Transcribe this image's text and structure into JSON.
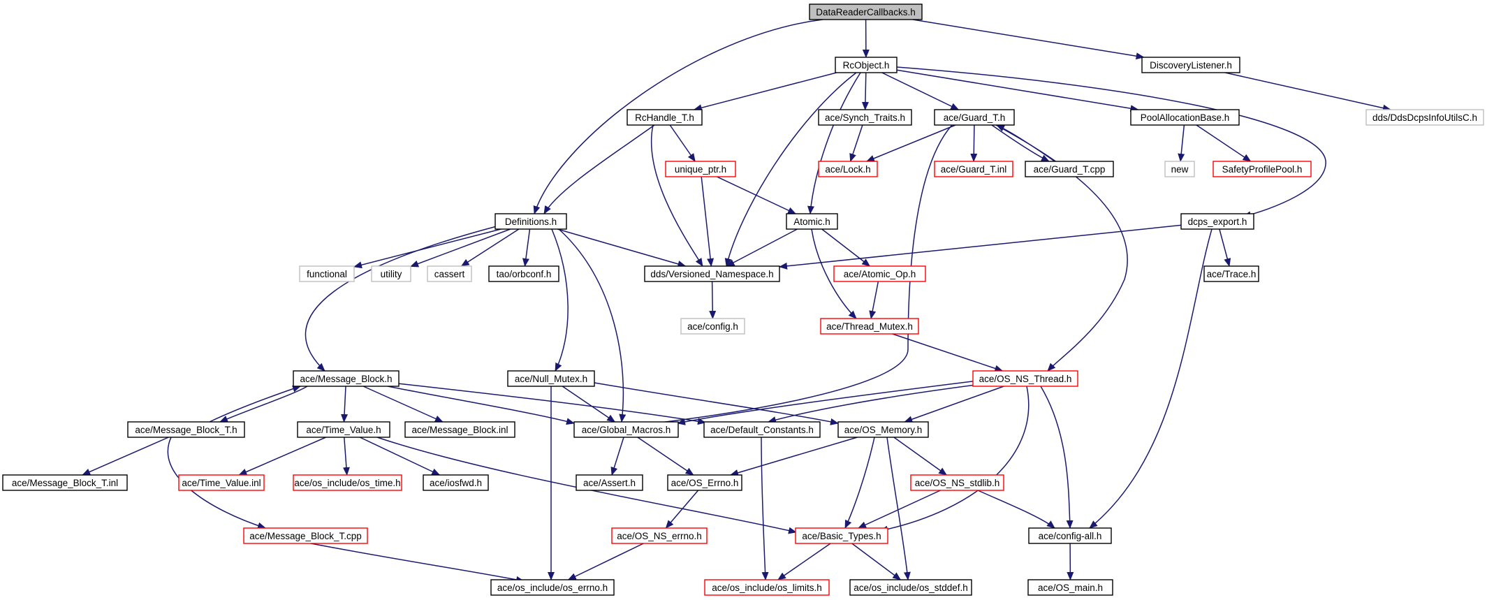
{
  "graph": {
    "colors": {
      "edge": "#191970",
      "focus_fill": "#bfbfbf",
      "normal_border": "#000000",
      "truncated_border": "#ff0000",
      "external_border": "#bfbfbf",
      "external_text": "#000000"
    },
    "nodes": [
      {
        "id": "drc",
        "label": "DataReaderCallbacks.h",
        "style": "focus"
      },
      {
        "id": "rco",
        "label": "RcObject.h",
        "style": "normal"
      },
      {
        "id": "dl",
        "label": "DiscoveryListener.h",
        "style": "normal"
      },
      {
        "id": "dduic",
        "label": "dds/DdsDcpsInfoUtilsC.h",
        "style": "external"
      },
      {
        "id": "rch",
        "label": "RcHandle_T.h",
        "style": "normal"
      },
      {
        "id": "st",
        "label": "ace/Synch_Traits.h",
        "style": "normal"
      },
      {
        "id": "gt",
        "label": "ace/Guard_T.h",
        "style": "normal"
      },
      {
        "id": "pab",
        "label": "PoolAllocationBase.h",
        "style": "normal"
      },
      {
        "id": "up",
        "label": "unique_ptr.h",
        "style": "truncated"
      },
      {
        "id": "lock",
        "label": "ace/Lock.h",
        "style": "truncated"
      },
      {
        "id": "gti",
        "label": "ace/Guard_T.inl",
        "style": "truncated"
      },
      {
        "id": "gtc",
        "label": "ace/Guard_T.cpp",
        "style": "normal"
      },
      {
        "id": "new",
        "label": "new",
        "style": "external"
      },
      {
        "id": "spp",
        "label": "SafetyProfilePool.h",
        "style": "truncated"
      },
      {
        "id": "def",
        "label": "Definitions.h",
        "style": "normal"
      },
      {
        "id": "atom",
        "label": "Atomic.h",
        "style": "normal"
      },
      {
        "id": "dex",
        "label": "dcps_export.h",
        "style": "normal"
      },
      {
        "id": "func",
        "label": "functional",
        "style": "external"
      },
      {
        "id": "util",
        "label": "utility",
        "style": "external"
      },
      {
        "id": "cass",
        "label": "cassert",
        "style": "external"
      },
      {
        "id": "orbc",
        "label": "tao/orbconf.h",
        "style": "normal"
      },
      {
        "id": "vns",
        "label": "dds/Versioned_Namespace.h",
        "style": "normal"
      },
      {
        "id": "aop",
        "label": "ace/Atomic_Op.h",
        "style": "truncated"
      },
      {
        "id": "trace",
        "label": "ace/Trace.h",
        "style": "normal"
      },
      {
        "id": "cfg",
        "label": "ace/config.h",
        "style": "external"
      },
      {
        "id": "tm",
        "label": "ace/Thread_Mutex.h",
        "style": "truncated"
      },
      {
        "id": "mb",
        "label": "ace/Message_Block.h",
        "style": "normal"
      },
      {
        "id": "nm",
        "label": "ace/Null_Mutex.h",
        "style": "normal"
      },
      {
        "id": "osnt",
        "label": "ace/OS_NS_Thread.h",
        "style": "truncated"
      },
      {
        "id": "mbt",
        "label": "ace/Message_Block_T.h",
        "style": "normal"
      },
      {
        "id": "tv",
        "label": "ace/Time_Value.h",
        "style": "normal"
      },
      {
        "id": "mbi",
        "label": "ace/Message_Block.inl",
        "style": "normal"
      },
      {
        "id": "gm",
        "label": "ace/Global_Macros.h",
        "style": "normal"
      },
      {
        "id": "dc",
        "label": "ace/Default_Constants.h",
        "style": "normal"
      },
      {
        "id": "osm",
        "label": "ace/OS_Memory.h",
        "style": "normal"
      },
      {
        "id": "mbti",
        "label": "ace/Message_Block_T.inl",
        "style": "normal"
      },
      {
        "id": "tvi",
        "label": "ace/Time_Value.inl",
        "style": "truncated"
      },
      {
        "id": "ost",
        "label": "ace/os_include/os_time.h",
        "style": "truncated"
      },
      {
        "id": "iosf",
        "label": "ace/iosfwd.h",
        "style": "normal"
      },
      {
        "id": "asrt",
        "label": "ace/Assert.h",
        "style": "normal"
      },
      {
        "id": "oserr",
        "label": "ace/OS_Errno.h",
        "style": "normal"
      },
      {
        "id": "osstd",
        "label": "ace/OS_NS_stdlib.h",
        "style": "truncated"
      },
      {
        "id": "mbtc",
        "label": "ace/Message_Block_T.cpp",
        "style": "truncated"
      },
      {
        "id": "osnse",
        "label": "ace/OS_NS_errno.h",
        "style": "truncated"
      },
      {
        "id": "bt",
        "label": "ace/Basic_Types.h",
        "style": "truncated"
      },
      {
        "id": "cfga",
        "label": "ace/config-all.h",
        "style": "normal"
      },
      {
        "id": "oie",
        "label": "ace/os_include/os_errno.h",
        "style": "normal"
      },
      {
        "id": "oil",
        "label": "ace/os_include/os_limits.h",
        "style": "truncated"
      },
      {
        "id": "ois",
        "label": "ace/os_include/os_stddef.h",
        "style": "normal"
      },
      {
        "id": "osmain",
        "label": "ace/OS_main.h",
        "style": "normal"
      }
    ],
    "edges": [
      [
        "drc",
        "rco"
      ],
      [
        "drc",
        "dl"
      ],
      [
        "drc",
        "def"
      ],
      [
        "dl",
        "dduic"
      ],
      [
        "rco",
        "rch"
      ],
      [
        "rco",
        "st"
      ],
      [
        "rco",
        "gt"
      ],
      [
        "rco",
        "pab"
      ],
      [
        "rco",
        "vns"
      ],
      [
        "rco",
        "atom"
      ],
      [
        "rco",
        "dex"
      ],
      [
        "rch",
        "up"
      ],
      [
        "rch",
        "def"
      ],
      [
        "rch",
        "vns"
      ],
      [
        "st",
        "lock"
      ],
      [
        "gt",
        "lock"
      ],
      [
        "gt",
        "gti"
      ],
      [
        "gt",
        "gtc"
      ],
      [
        "gt",
        "gm"
      ],
      [
        "gt",
        "osnt"
      ],
      [
        "gtc",
        "gt"
      ],
      [
        "pab",
        "new"
      ],
      [
        "pab",
        "spp"
      ],
      [
        "up",
        "atom"
      ],
      [
        "up",
        "vns"
      ],
      [
        "def",
        "func"
      ],
      [
        "def",
        "util"
      ],
      [
        "def",
        "cass"
      ],
      [
        "def",
        "orbc"
      ],
      [
        "def",
        "vns"
      ],
      [
        "def",
        "mb"
      ],
      [
        "def",
        "nm"
      ],
      [
        "def",
        "gm"
      ],
      [
        "atom",
        "vns"
      ],
      [
        "atom",
        "aop"
      ],
      [
        "atom",
        "tm"
      ],
      [
        "dex",
        "vns"
      ],
      [
        "dex",
        "trace"
      ],
      [
        "dex",
        "cfga"
      ],
      [
        "vns",
        "cfg"
      ],
      [
        "aop",
        "tm"
      ],
      [
        "tm",
        "osnt"
      ],
      [
        "mb",
        "mbt"
      ],
      [
        "mb",
        "tv"
      ],
      [
        "mb",
        "mbi"
      ],
      [
        "mb",
        "gm"
      ],
      [
        "mb",
        "dc"
      ],
      [
        "mbt",
        "mb"
      ],
      [
        "mbt",
        "mbti"
      ],
      [
        "mbt",
        "mbtc"
      ],
      [
        "nm",
        "gm"
      ],
      [
        "nm",
        "osm"
      ],
      [
        "nm",
        "oie"
      ],
      [
        "osnt",
        "gm"
      ],
      [
        "osnt",
        "dc"
      ],
      [
        "osnt",
        "osm"
      ],
      [
        "osnt",
        "bt"
      ],
      [
        "osnt",
        "cfga"
      ],
      [
        "tv",
        "tvi"
      ],
      [
        "tv",
        "ost"
      ],
      [
        "tv",
        "iosf"
      ],
      [
        "tv",
        "bt"
      ],
      [
        "gm",
        "asrt"
      ],
      [
        "gm",
        "oserr"
      ],
      [
        "dc",
        "oil"
      ],
      [
        "osm",
        "oserr"
      ],
      [
        "osm",
        "osstd"
      ],
      [
        "osm",
        "bt"
      ],
      [
        "osm",
        "ois"
      ],
      [
        "oserr",
        "osnse"
      ],
      [
        "osstd",
        "bt"
      ],
      [
        "osstd",
        "cfga"
      ],
      [
        "mbtc",
        "oie"
      ],
      [
        "osnse",
        "oie"
      ],
      [
        "bt",
        "oil"
      ],
      [
        "bt",
        "ois"
      ],
      [
        "cfga",
        "osmain"
      ]
    ]
  }
}
